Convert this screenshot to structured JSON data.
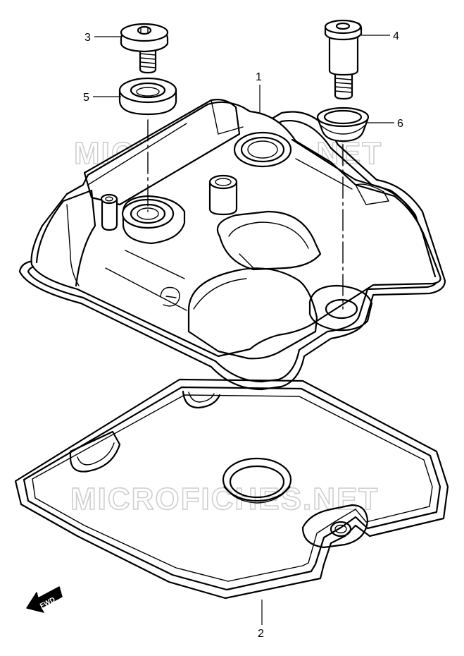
{
  "watermark": "MICROFICHES.NET",
  "fwd_label": "FWD",
  "callouts": [
    "1",
    "2",
    "3",
    "4",
    "5",
    "6"
  ]
}
